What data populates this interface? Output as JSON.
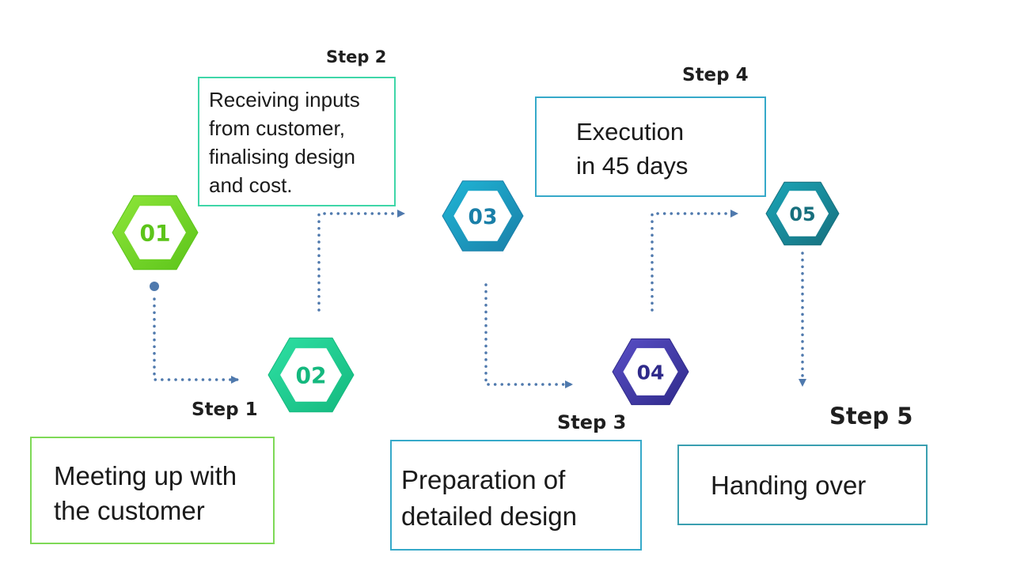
{
  "steps": [
    {
      "number": "01",
      "label": "Step 1",
      "lines": [
        "Meeting up with",
        "the customer"
      ],
      "color_light": "#8ee63a",
      "color_dark": "#5cc41a",
      "box_border": "#7ed957"
    },
    {
      "number": "02",
      "label": "Step 2",
      "lines": [
        "Receiving inputs",
        "from customer,",
        "finalising design",
        "and cost."
      ],
      "color_light": "#2ee0a3",
      "color_dark": "#14b87e",
      "box_border": "#3fd6a8"
    },
    {
      "number": "03",
      "label": "Step 3",
      "lines": [
        "Preparation of",
        "detailed design"
      ],
      "color_light": "#1fb6d6",
      "color_dark": "#1a7fa8",
      "box_border": "#36a9c9"
    },
    {
      "number": "04",
      "label": "Step 4",
      "lines": [
        "Execution",
        "in 45 days"
      ],
      "color_light": "#5a4fc7",
      "color_dark": "#2f2a8a",
      "box_border": "#36a9c9"
    },
    {
      "number": "05",
      "label": "Step 5",
      "lines": [
        "Handing over"
      ],
      "color_light": "#1aa6b8",
      "color_dark": "#176f7d",
      "box_border": "#3a9fb0"
    }
  ],
  "colors": {
    "connector": "#4f79ad",
    "text": "#1a1a1a"
  }
}
